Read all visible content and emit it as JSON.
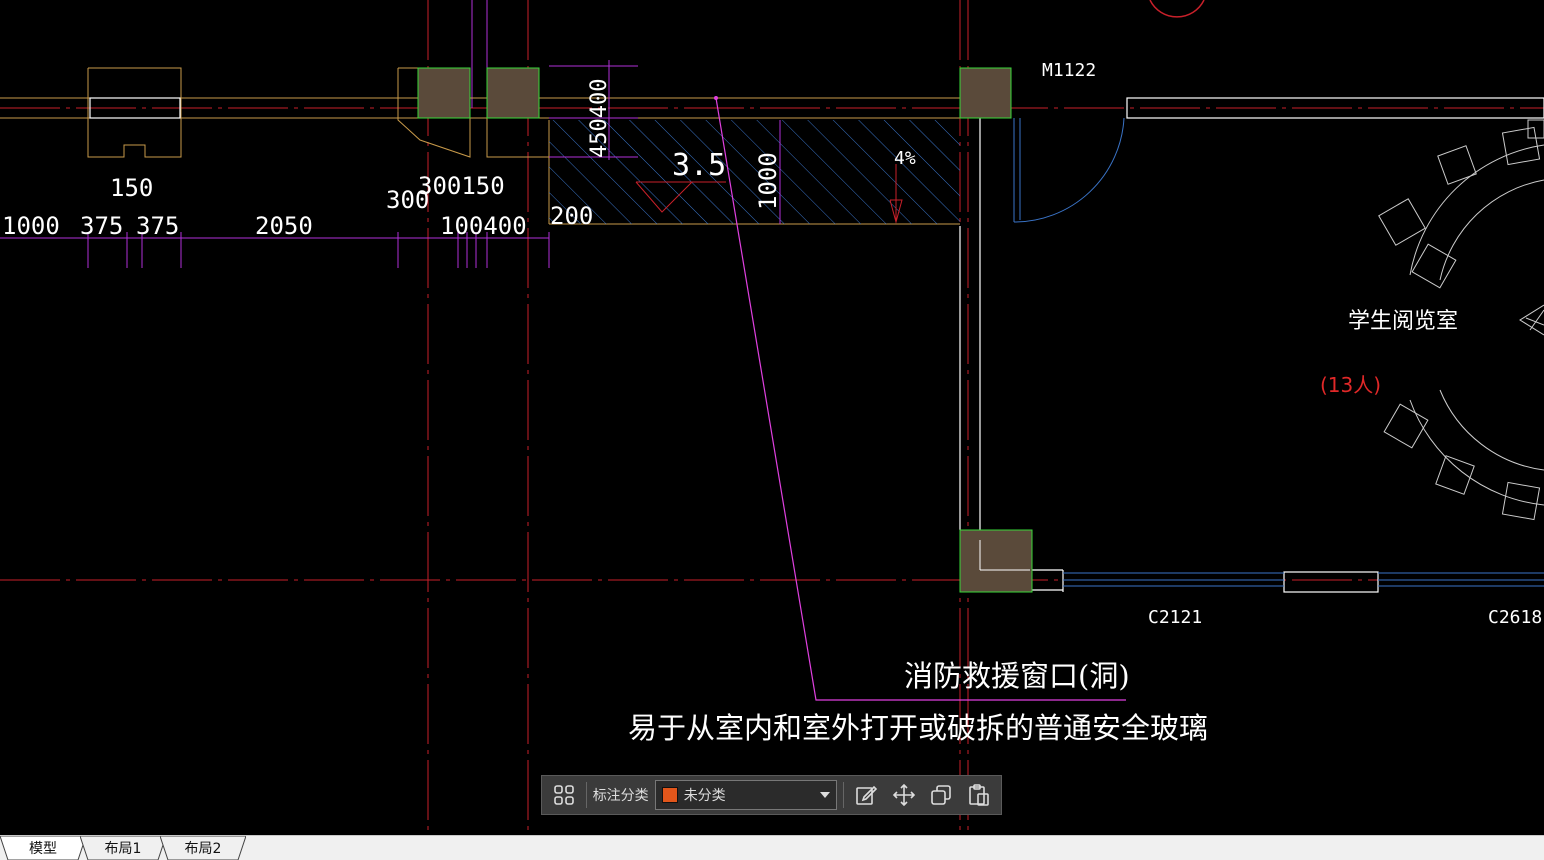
{
  "drawing": {
    "labels": {
      "door_tag": "M1122",
      "room_name": "学生阅览室",
      "occupancy": "(13人)",
      "window_tag_1": "C2121",
      "window_tag_2": "C2618",
      "note_line_1": "消防救援窗口(洞)",
      "note_line_2": "易于从室内和室外打开或破拆的普通安全玻璃",
      "slope": "4%",
      "elevation": "3.5"
    },
    "dimensions": {
      "d_150_top": "150",
      "d_1000": "1000",
      "d_375_a": "375",
      "d_375_b": "375",
      "d_2050": "2050",
      "d_300": "300",
      "d_300150": "300150",
      "d_100400": "100400",
      "d_200": "200",
      "d_450400": "450400",
      "d_1000_vert": "1000"
    },
    "colors": {
      "axis": "#c8202a",
      "wall": "#ffffff",
      "column_fill": "#5a4a3a",
      "column_edge": "#39d839",
      "dimension": "#b030d8",
      "hatch": "#3a74c8",
      "leader": "#e040e0",
      "slab_edge": "#c89a4a"
    }
  },
  "toolbar": {
    "label": "标注分类",
    "category_value": "未分类",
    "category_color": "#e2561b",
    "icons": [
      "grid-icon",
      "edit-icon",
      "move-icon",
      "copy-icon",
      "paste-icon"
    ]
  },
  "tabs": [
    {
      "label": "模型",
      "active": true
    },
    {
      "label": "布局1",
      "active": false
    },
    {
      "label": "布局2",
      "active": false
    }
  ]
}
